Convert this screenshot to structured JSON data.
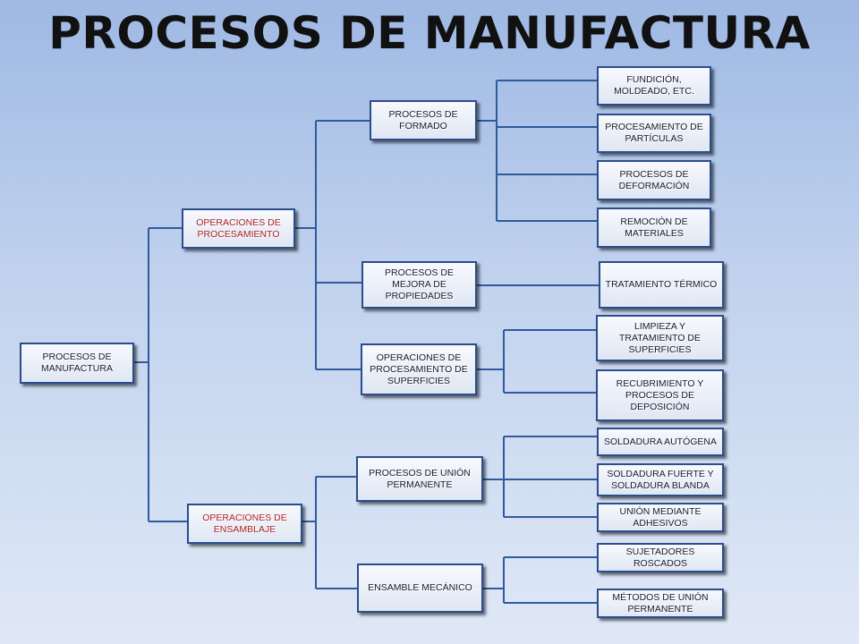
{
  "title": "PROCESOS DE MANUFACTURA",
  "nodes": {
    "root": "PROCESOS DE MANUFACTURA",
    "procesamiento": "OPERACIONES DE PROCESAMIENTO",
    "ensamblaje": "OPERACIONES DE ENSAMBLAJE",
    "formado": "PROCESOS DE FORMADO",
    "mejora": "PROCESOS DE MEJORA DE PROPIEDADES",
    "superficies": "OPERACIONES DE PROCESAMIENTO DE SUPERFICIES",
    "union_perm": "PROCESOS DE UNIÓN PERMANENTE",
    "ensamble_mec": "ENSAMBLE MECÁNICO",
    "fundicion": "FUNDICIÓN, MOLDEADO, ETC.",
    "particulas": "PROCESAMIENTO DE PARTÍCULAS",
    "deformacion": "PROCESOS DE DEFORMACIÓN",
    "remocion": "REMOCIÓN DE MATERIALES",
    "tratamiento": "TRATAMIENTO TÉRMICO",
    "limpieza": "LIMPIEZA Y TRATAMIENTO DE SUPERFICIES",
    "recubrimiento": "RECUBRIMIENTO Y PROCESOS DE DEPOSICIÓN",
    "soldadura_aut": "SOLDADURA AUTÓGENA",
    "soldadura_fuerte": "SOLDADURA FUERTE Y SOLDADURA BLANDA",
    "adhesivos": "UNIÓN MEDIANTE ADHESIVOS",
    "roscados": "SUJETADORES ROSCADOS",
    "metodos_union": "MÉTODOS DE UNIÓN PERMANENTE"
  },
  "colors": {
    "accent_text": "#b02020",
    "border": "#2a4d8c",
    "connector": "#2f5a9e"
  }
}
